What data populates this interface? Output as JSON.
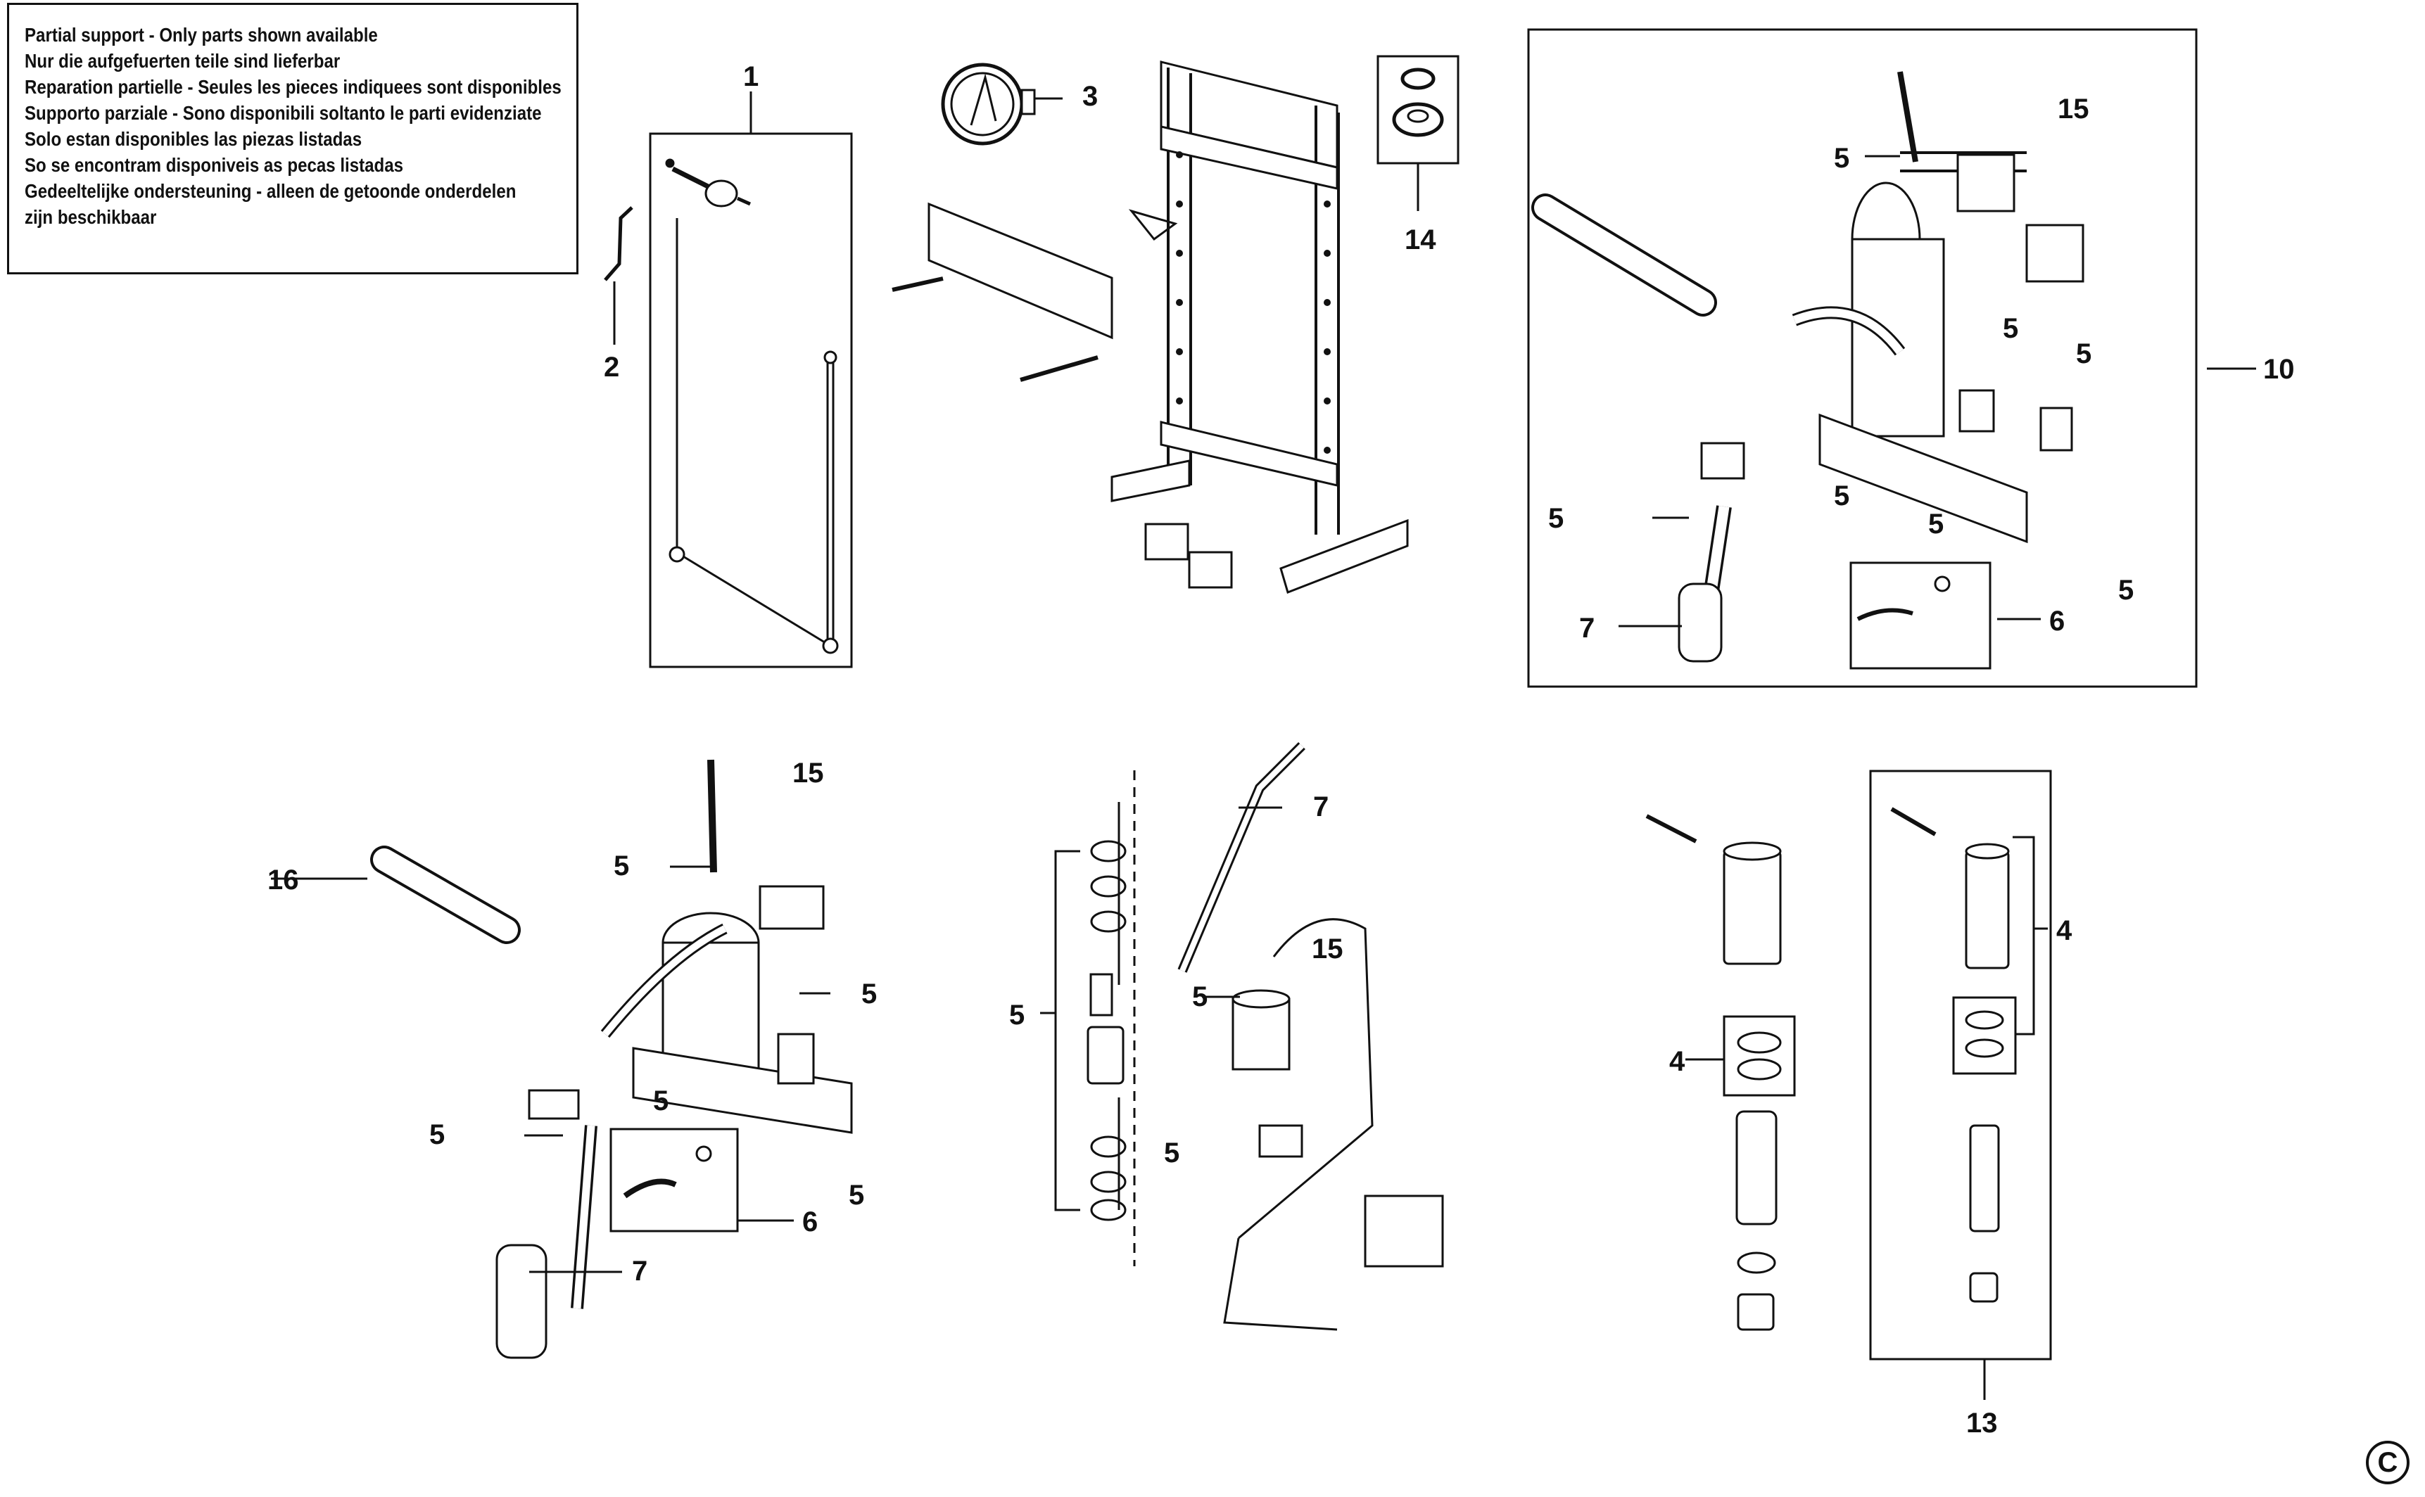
{
  "notice": {
    "lines": [
      "Partial support - Only parts shown available",
      "Nur die aufgefuerten teile sind lieferbar",
      "Reparation partielle - Seules les pieces indiquees sont disponibles",
      "Supporto parziale - Sono disponibili soltanto le parti evidenziate",
      "Solo estan disponibles las piezas listadas",
      "So se encontram disponiveis as pecas listadas",
      "Gedeeltelijke ondersteuning - alleen de getoonde onderdelen",
      "zijn beschikbaar"
    ]
  },
  "callouts": {
    "c1": "1",
    "c2": "2",
    "c3": "3",
    "c14": "14",
    "c10": "10",
    "c15a": "15",
    "c5a": "5",
    "c5b": "5",
    "c5c": "5",
    "c5d": "5",
    "c5e": "5",
    "c5f": "5",
    "c6a": "6",
    "c7a": "7",
    "c15b": "15",
    "c16": "16",
    "c5g": "5",
    "c5h": "5",
    "c5i": "5",
    "c5j": "5",
    "c5k": "5",
    "c6b": "6",
    "c7b": "7",
    "c7c": "7",
    "c5l": "5",
    "c15c": "15",
    "c5m": "5",
    "c5n": "5",
    "c4a": "4",
    "c4b": "4",
    "c13": "13"
  },
  "copyright_symbol": "C"
}
